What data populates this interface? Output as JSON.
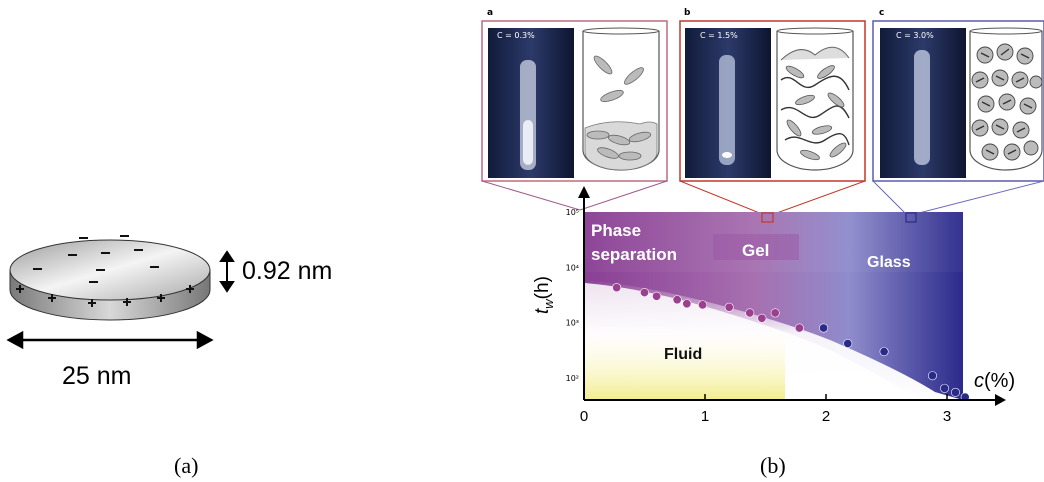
{
  "left_panel": {
    "thickness_label": "0.92 nm",
    "diameter_label": "25 nm",
    "caption": "(a)"
  },
  "right_panel": {
    "caption": "(b)",
    "insets": [
      {
        "letter": "a",
        "concentration": "C = 0.3%",
        "frame_color": "#c06a7e"
      },
      {
        "letter": "b",
        "concentration": "C = 1.5%",
        "frame_color": "#c0392b"
      },
      {
        "letter": "c",
        "concentration": "C = 3.0%",
        "frame_color": "#5b5bb0"
      }
    ],
    "regions": {
      "phase_separation": "Phase\nseparation",
      "gel": "Gel",
      "glass": "Glass",
      "fluid": "Fluid"
    },
    "y_axis_label": "t",
    "y_axis_subscript": "w",
    "y_axis_unit": "(h)",
    "x_axis_label": "c",
    "x_axis_unit": "(%)",
    "x_ticks": [
      "0",
      "1",
      "2",
      "3"
    ],
    "y_ticks": [
      "10²",
      "10³",
      "10⁴",
      "10⁵"
    ]
  },
  "chart_data": {
    "type": "scatter",
    "xlabel": "c(%)",
    "ylabel": "t_w(h)",
    "yscale": "log",
    "xlim": [
      0,
      3.2
    ],
    "ylim": [
      40,
      100000
    ],
    "x_ticks": [
      0,
      1,
      2,
      3
    ],
    "y_ticks": [
      100,
      1000,
      10000,
      100000
    ],
    "series": [
      {
        "color": "#9b3f8e",
        "points": [
          [
            0.27,
            4300
          ],
          [
            0.5,
            3500
          ],
          [
            0.6,
            3000
          ],
          [
            0.77,
            2600
          ],
          [
            0.85,
            2200
          ],
          [
            0.98,
            2100
          ],
          [
            1.2,
            1900
          ],
          [
            1.37,
            1500
          ],
          [
            1.47,
            1200
          ],
          [
            1.58,
            1500
          ],
          [
            1.78,
            800
          ]
        ]
      },
      {
        "color": "#2a2a8a",
        "points": [
          [
            1.98,
            800
          ],
          [
            2.18,
            420
          ],
          [
            2.48,
            300
          ],
          [
            2.88,
            110
          ],
          [
            2.98,
            65
          ],
          [
            3.07,
            55
          ],
          [
            3.15,
            45
          ]
        ]
      }
    ]
  }
}
